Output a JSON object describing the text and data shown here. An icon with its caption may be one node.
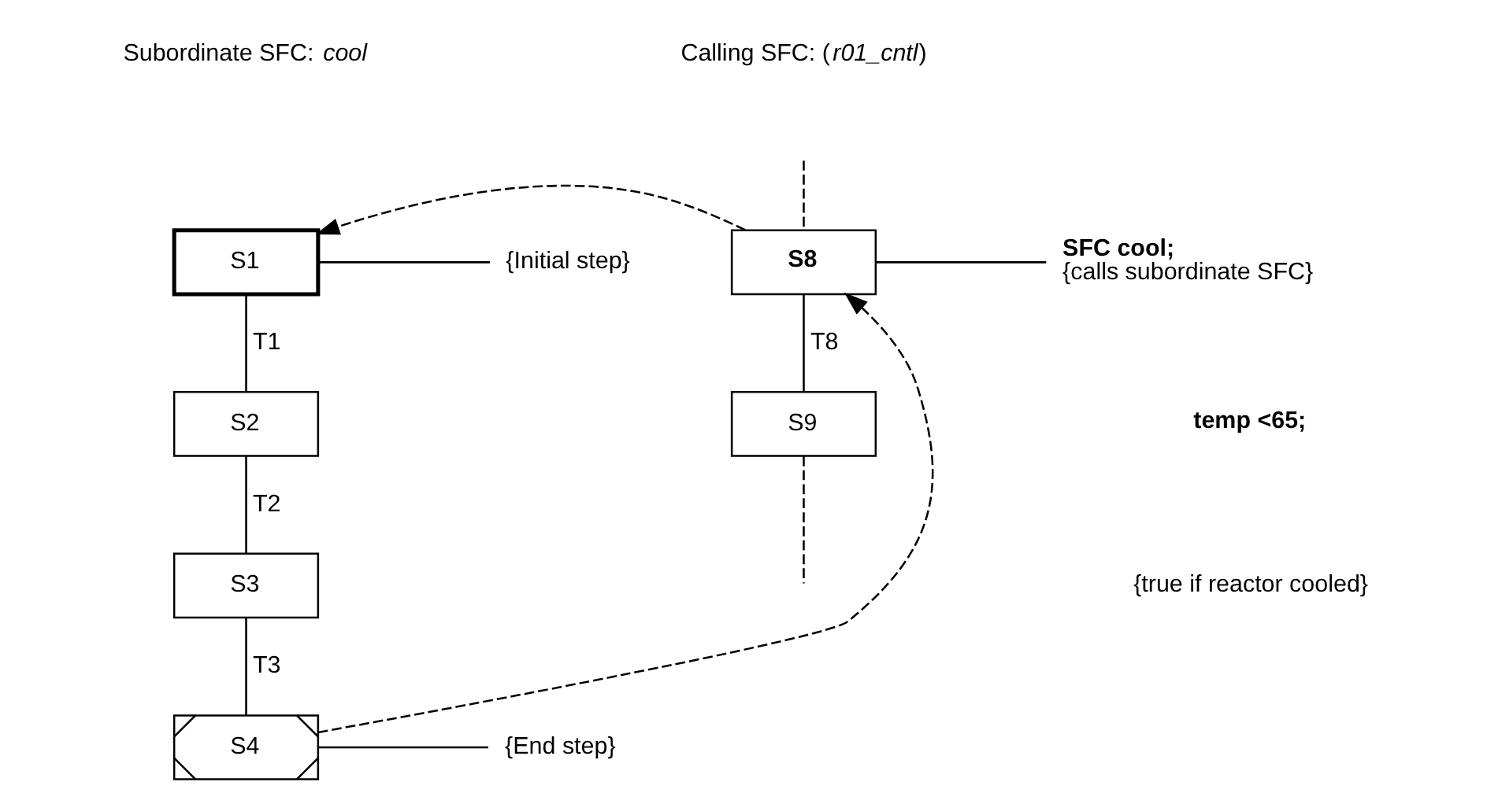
{
  "diagram": {
    "nodes": [
      {
        "text": [
          "S8"
        ]
      },
      {
        "text": [
          "SFC cool;",
          "{calls subordinate SFC}"
        ]
      },
      {
        "text": [
          "S9"
        ]
      },
      {
        "text": [
          "S1"
        ]
      },
      {
        "text": [
          "{Initial step}"
        ]
      },
      {
        "text": [
          "S2"
        ]
      },
      {
        "text": [
          "S3"
        ]
      },
      {
        "text": [
          "S4"
        ]
      },
      {
        "text": [
          "{End step}"
        ]
      }
    ],
    "edges": [
      {
        "from": null,
        "to": 0,
        "arrow": "none",
        "style": "dashed"
      },
      {
        "from": 0,
        "to": 1,
        "arrow": "none"
      },
      {
        "from": 0,
        "to": 2,
        "arrow": "none",
        "label": "T8"
      },
      {
        "from": 2,
        "to": null,
        "arrow": "none",
        "style": "dashed"
      },
      {
        "from": 0,
        "to": 3,
        "arrow": "to",
        "style": "dashed"
      },
      {
        "from": 3,
        "to": 4,
        "arrow": "none"
      },
      {
        "from": 3,
        "to": 5,
        "arrow": "none",
        "label": "T1"
      },
      {
        "from": 5,
        "to": 6,
        "arrow": "none",
        "label": "T2"
      },
      {
        "from": 6,
        "to": 7,
        "arrow": "none",
        "label": "T3"
      },
      {
        "from": 7,
        "to": 8,
        "arrow": "none"
      },
      {
        "from": 7,
        "to": 0,
        "arrow": "to",
        "style": "dashed"
      }
    ],
    "labels": [
      "Calling SFC: (*r01_cntl*)",
      "Subordinate SFC: *cool*",
      "temp <65;",
      "{true if reactor cooled}"
    ]
  }
}
